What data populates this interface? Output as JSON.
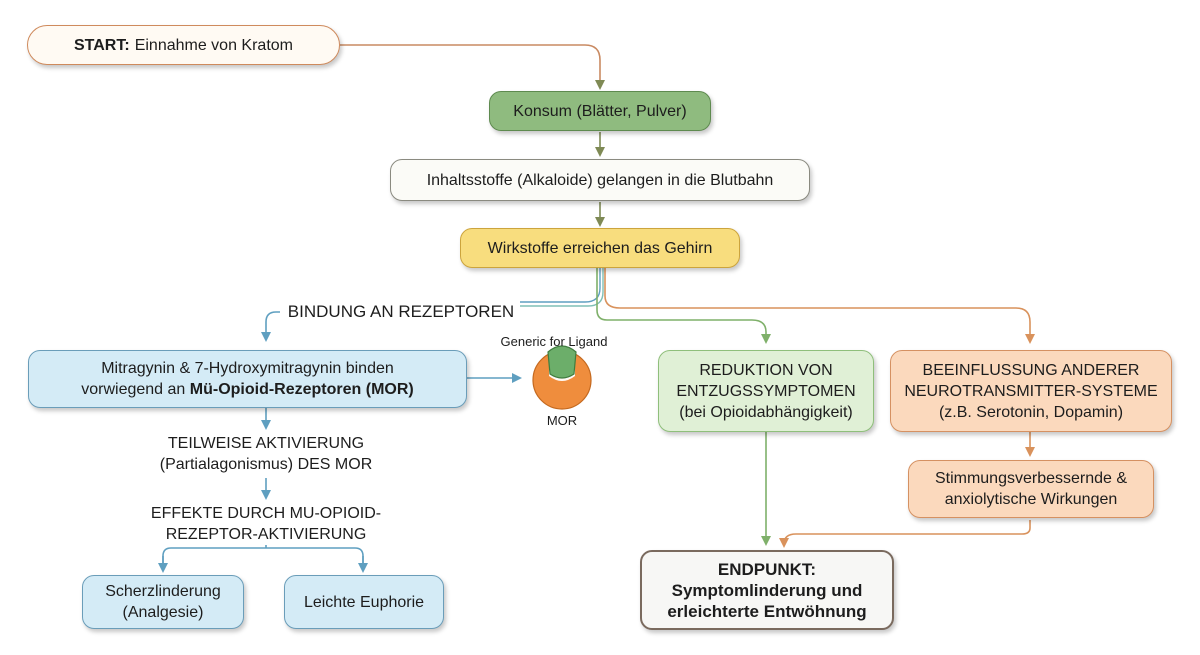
{
  "start": {
    "prefix": "START:",
    "text": "Einnahme von Kratom"
  },
  "consumption": "Konsum (Blätter, Pulver)",
  "bloodstream": "Inhaltsstoffe (Alkaloide) gelangen in die Blutbahn",
  "brain": "Wirkstoffe erreichen das Gehirn",
  "receptor_binding": "BINDUNG AN REZEPTOREN",
  "mor_binding": {
    "line1": "Mitragynin & 7-Hydroxymitragynin binden",
    "line2_prefix": "vorwiegend an ",
    "line2_bold": "Mü-Opioid-Rezeptoren (MOR)"
  },
  "receptor_icon": {
    "ligand_label": "Generic for Ligand",
    "receptor_label": "MOR",
    "ligand_color": "#6cae6a",
    "receptor_color": "#ef8d3d"
  },
  "partial_activation": {
    "line1": "TEILWEISE AKTIVIERUNG",
    "line2": "(Partialagonismus) DES MOR"
  },
  "effects": {
    "line1": "EFFEKTE DURCH MU-OPIOID-",
    "line2": "REZEPTOR-AKTIVIERUNG"
  },
  "pain_relief": {
    "line1": "Scherzlinderung",
    "line2": "(Analgesie)"
  },
  "euphoria": "Leichte Euphorie",
  "withdrawal": {
    "line1": "REDUKTION VON",
    "line2": "ENTZUGSSYMPTOMEN",
    "line3": "(bei Opioidabhängigkeit)"
  },
  "neurotransmitters": {
    "line1": "BEEINFLUSSUNG ANDERER",
    "line2": "NEUROTRANSMITTER-SYSTEME",
    "line3": "(z.B. Serotonin, Dopamin)"
  },
  "mood": {
    "line1": "Stimmungsverbessernde &",
    "line2": "anxiolytische Wirkungen"
  },
  "endpoint": {
    "line1": "ENDPUNKT:",
    "line2": "Symptomlinderung und",
    "line3": "erleichterte Entwöhnung"
  },
  "colors": {
    "orange_arrow": "#d9925c",
    "green_arrow": "#7fb06a",
    "blue_arrow": "#5f9fc0",
    "olive_arrow": "#8a8a5a",
    "teal_arrow": "#7fbfb5"
  }
}
